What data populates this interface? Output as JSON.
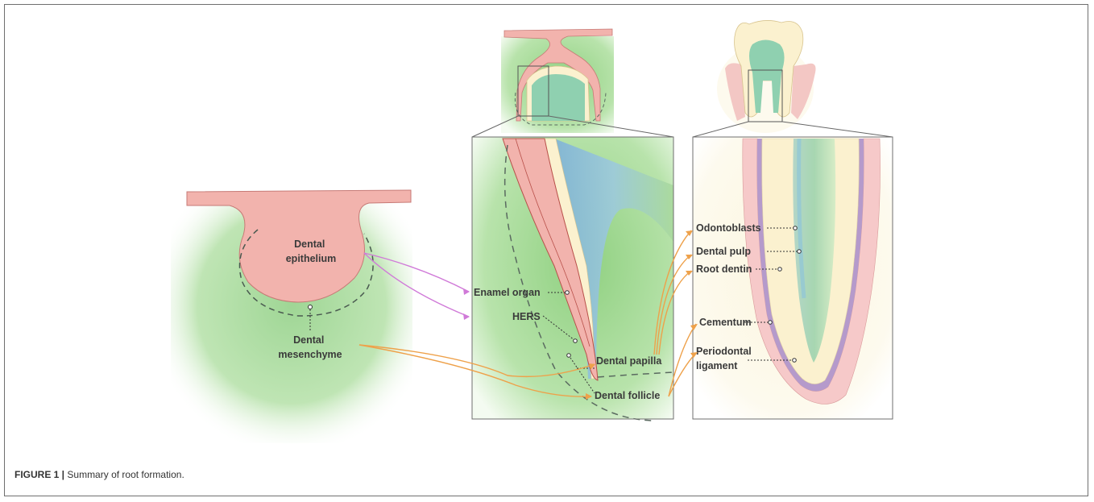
{
  "caption": {
    "figure_number": "FIGURE 1 |",
    "text": "Summary of root formation."
  },
  "labels": {
    "dental_epithelium": [
      "Dental",
      "epithelium"
    ],
    "dental_mesenchyme": [
      "Dental",
      "mesenchyme"
    ],
    "enamel_organ": "Enamel organ",
    "hers": "HERS",
    "dental_papilla": "Dental papilla",
    "dental_follicle": "Dental follicle",
    "odontoblasts": "Odontoblasts",
    "dental_pulp": "Dental pulp",
    "root_dentin": "Root dentin",
    "cementum": "Cementum",
    "periodontal_ligament": [
      "Periodontal",
      "ligament"
    ]
  },
  "colors": {
    "epithelium": "#f2b3ad",
    "mesenchyme": "#a9d99c",
    "dentin": "#fbf1cf",
    "pulp_blue": "#7fb2d8",
    "pulp_green": "#9fd3a8",
    "arrow_magenta": "#d07ad8",
    "arrow_orange": "#eea14a",
    "frame": "#6f6f6f"
  }
}
